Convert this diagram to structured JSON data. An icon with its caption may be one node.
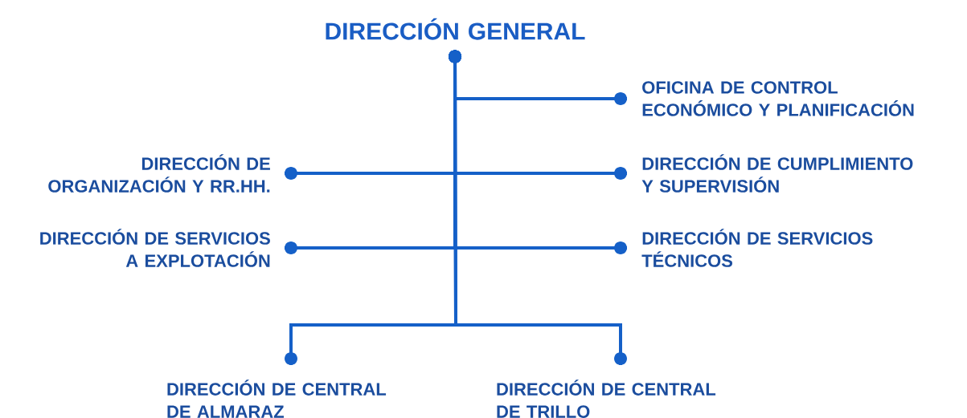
{
  "diagram": {
    "nodes": [
      {
        "text": [
          "DIRECCIÓN GENERAL"
        ]
      },
      {
        "text": [
          "OFICINA DE CONTROL ECONÓMICO Y PLANIFICACIÓN"
        ]
      },
      {
        "text": [
          "DIRECCIÓN DE ORGANIZACIÓN Y RR.HH."
        ]
      },
      {
        "text": [
          "DIRECCIÓN DE CUMPLIMIENTO Y SUPERVISIÓN"
        ]
      },
      {
        "text": [
          "DIRECCIÓN DE SERVICIOS A EXPLOTACIÓN"
        ]
      },
      {
        "text": [
          "DIRECCIÓN DE SERVICIOS TÉCNICOS"
        ]
      },
      {
        "text": [
          "DIRECCIÓN DE CENTRAL DE ALMARAZ"
        ]
      },
      {
        "text": [
          "DIRECCIÓN DE CENTRAL DE TRILLO"
        ]
      }
    ],
    "edges": [
      {
        "from": 0,
        "to": 1,
        "arrow": "other"
      },
      {
        "from": 0,
        "to": 2,
        "arrow": "other"
      },
      {
        "from": 0,
        "to": 3,
        "arrow": "other"
      },
      {
        "from": 0,
        "to": 4,
        "arrow": "other"
      },
      {
        "from": 0,
        "to": 5,
        "arrow": "other"
      },
      {
        "from": 0,
        "to": 6,
        "arrow": "other"
      },
      {
        "from": 0,
        "to": 7,
        "arrow": "other"
      }
    ]
  }
}
